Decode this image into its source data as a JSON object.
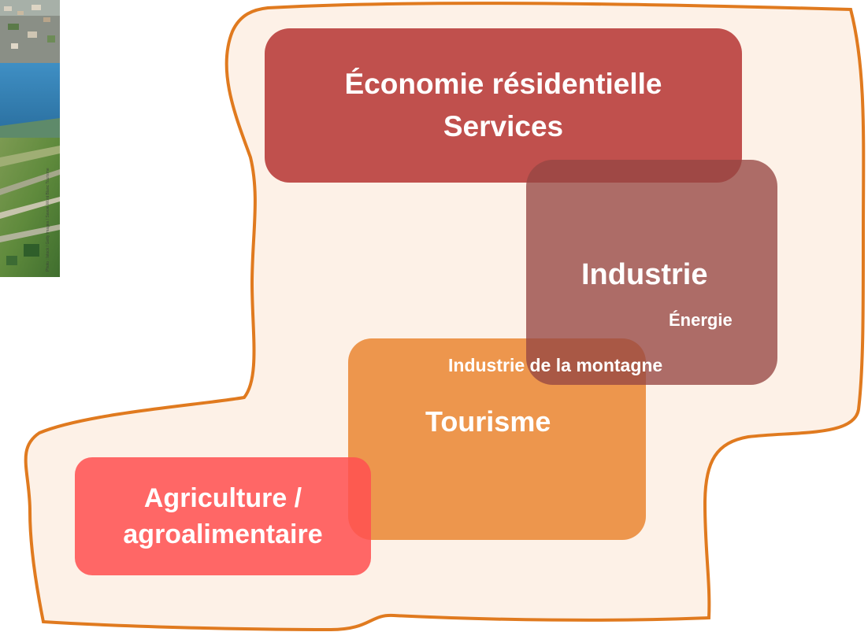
{
  "photo": {
    "credit": "Photo : Istock / Getty Images / Savoie Mont Blanc Tourisme"
  },
  "colors": {
    "blob_fill": "#fdf1e7",
    "blob_stroke": "#e07a1f",
    "economie": "#c0504d",
    "industrie": "#a0524f",
    "tourisme": "#ec9a52",
    "agriculture": "#ff6464"
  },
  "sectors": {
    "economie": {
      "line1": "Économie résidentielle",
      "line2": "Services"
    },
    "industrie": {
      "title": "Industrie",
      "energie": "Énergie",
      "montagne": "Industrie de la montagne"
    },
    "tourisme": {
      "title": "Tourisme"
    },
    "agriculture": {
      "line1": "Agriculture /",
      "line2": "agroalimentaire"
    }
  }
}
